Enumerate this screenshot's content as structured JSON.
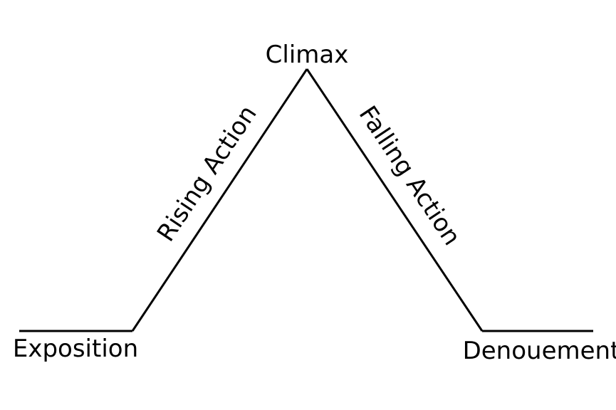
{
  "diagram": {
    "stages": {
      "exposition": "Exposition",
      "rising_action": "Rising Action",
      "climax": "Climax",
      "falling_action": "Falling Action",
      "denouement": "Denouement"
    },
    "colors": {
      "line": "#000000",
      "text": "#000000",
      "background": "#ffffff"
    }
  }
}
